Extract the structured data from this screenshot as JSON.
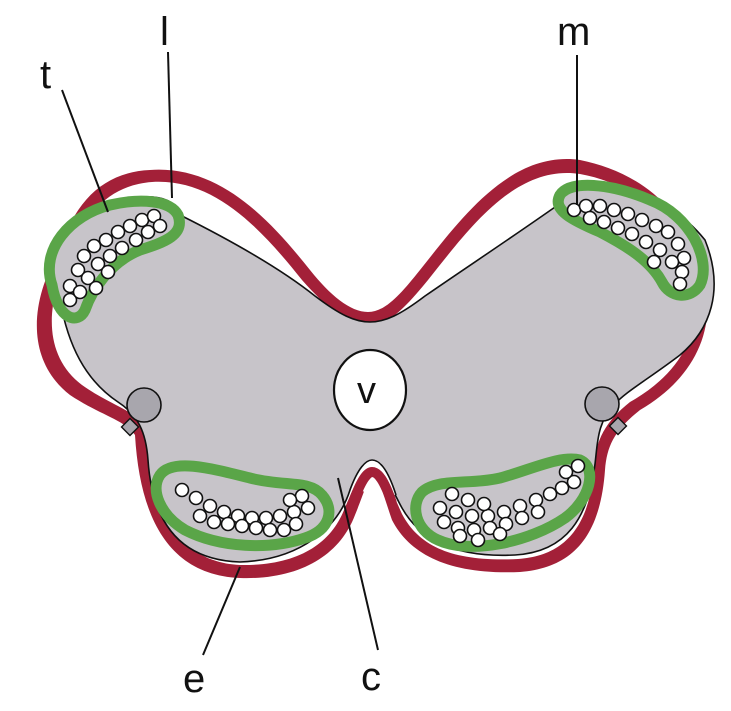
{
  "diagram": {
    "labels": {
      "t": "t",
      "l": "l",
      "m": "m",
      "v": "v",
      "e": "e",
      "c": "c"
    },
    "colors": {
      "outer_membrane": "#a32038",
      "gray_matter": "#c7c4c9",
      "tract_border": "#5aa548",
      "outline": "#111111",
      "nodule": "#a8a6ad",
      "background": "#ffffff"
    }
  }
}
